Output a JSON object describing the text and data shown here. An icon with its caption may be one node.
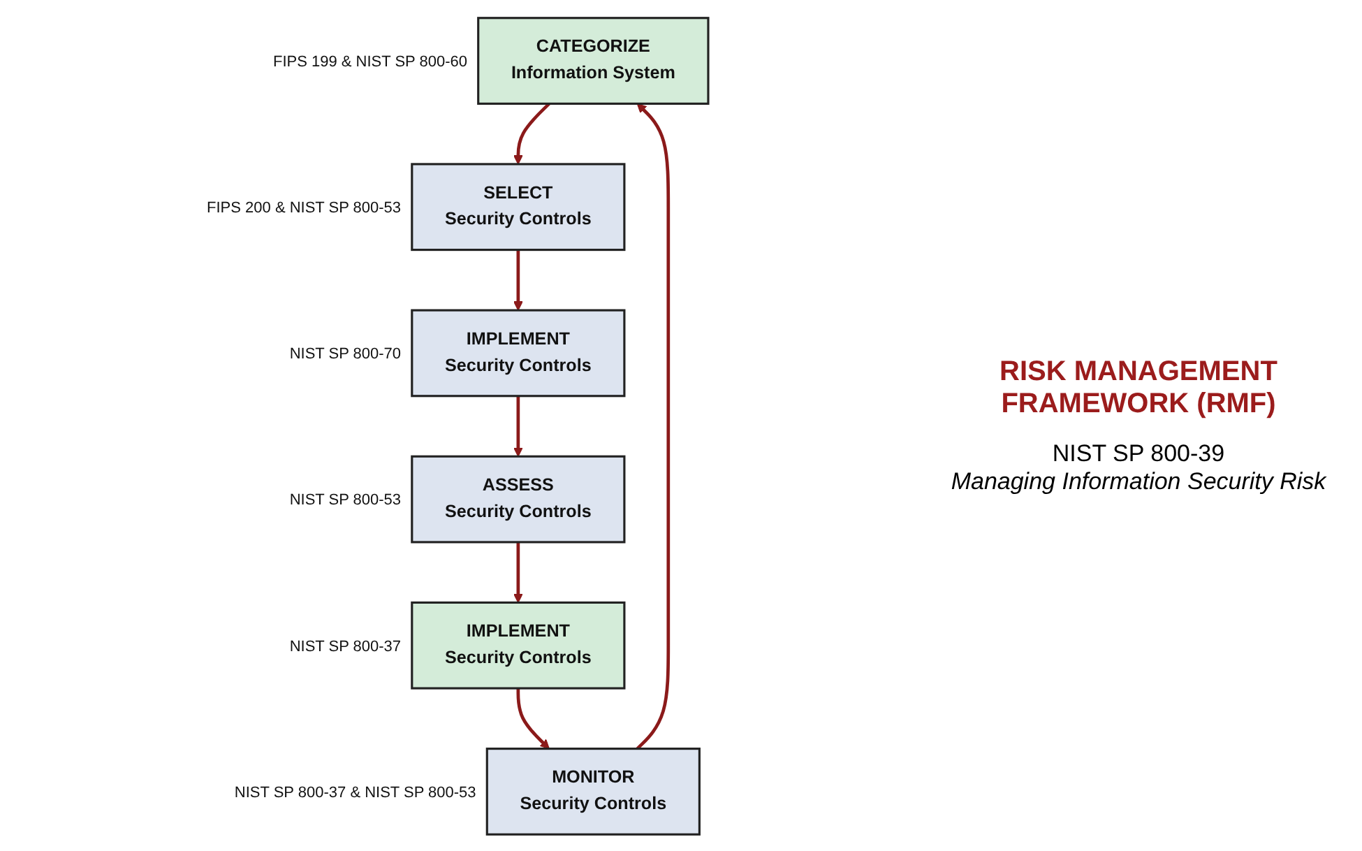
{
  "diagram": {
    "nodes": [
      {
        "text": [
          "CATEGORIZE",
          "Information System"
        ],
        "beside": [
          "FIPS 199 & NIST SP 800-60"
        ]
      },
      {
        "text": [
          "MONITOR",
          "Security Controls"
        ],
        "beside": [
          "NIST SP 800-37 & NIST SP 800-53"
        ]
      },
      {
        "text": [
          "SELECT",
          "Security Controls"
        ],
        "beside": [
          "FIPS 200 & NIST SP 800-53"
        ]
      },
      {
        "text": [
          "IMPLEMENT",
          "Security Controls"
        ],
        "beside": [
          "NIST SP 800-37"
        ]
      },
      {
        "text": [
          "IMPLEMENT",
          "Security Controls"
        ],
        "beside": [
          "NIST SP 800-70"
        ]
      },
      {
        "text": [
          "ASSESS",
          "Security Controls"
        ],
        "beside": [
          "NIST SP 800-53"
        ]
      }
    ],
    "edges": [
      {
        "from": 0,
        "to": 2,
        "arrow": "to"
      },
      {
        "from": 2,
        "to": 4,
        "arrow": "to"
      },
      {
        "from": 4,
        "to": 5,
        "arrow": "to"
      },
      {
        "from": 5,
        "to": 3,
        "arrow": "to"
      },
      {
        "from": 3,
        "to": 1,
        "arrow": "to"
      },
      {
        "from": 1,
        "to": 0,
        "arrow": "to"
      }
    ],
    "labels": [
      "RISK MANAGEMENT FRAMEWORK (RMF)",
      "NIST SP 800-39",
      "Managing Information Security Risk"
    ]
  }
}
